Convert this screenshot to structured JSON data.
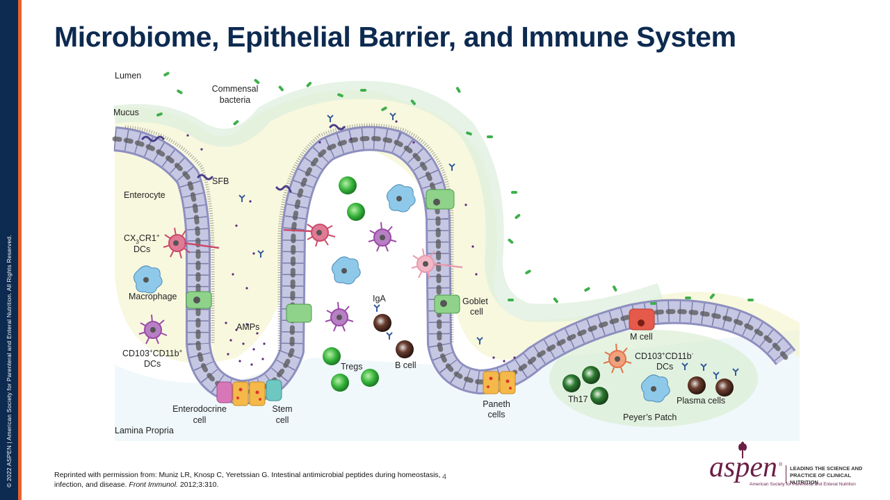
{
  "slide": {
    "title": "Microbiome, Epithelial Barrier, and Immune System",
    "copyright": "© 2022 ASPEN | American Society for Parenteral and Enteral Nutrition. All Rights Reserved.",
    "page_number": "4"
  },
  "citation": {
    "text_start": "Reprinted with permission from: Muniz LR, Knosp C, Yeretssian G. Intestinal antimicrobial peptides during homeostasis, infection, and disease.",
    "journal": "Front Immunol.",
    "text_end": "2012;3:310."
  },
  "logo": {
    "wordmark": "aspen",
    "reg": "®",
    "tagline_1": "LEADING THE SCIENCE AND",
    "tagline_2": "PRACTICE OF CLINICAL NUTRITION",
    "subtitle": "American Society for Parenteral and Enteral Nutrition"
  },
  "diagram": {
    "labels": {
      "lumen": "Lumen",
      "commensal_1": "Commensal",
      "commensal_2": "bacteria",
      "mucus": "Mucus",
      "sfb": "SFB",
      "enterocyte": "Enterocyte",
      "cx3cr1_a": "CX",
      "cx3cr1_sub": "3",
      "cx3cr1_b": "CR1",
      "cx3cr1_sup": "+",
      "dcs": "DCs",
      "macrophage": "Macrophage",
      "amps": "AMPs",
      "cd103_a": "CD103",
      "cd103_sup1": "+",
      "cd103_b": "CD11b",
      "cd103_sup2": "+",
      "enterodocrine_1": "Enterodocrine",
      "enterodocrine_2": "cell",
      "stem_1": "Stem",
      "stem_2": "cell",
      "lamina_propria": "Lamina Propria",
      "tregs": "Tregs",
      "iga": "IgA",
      "b_cell": "B cell",
      "goblet_1": "Goblet",
      "goblet_2": "cell",
      "paneth_1": "Paneth",
      "paneth_2": "cells",
      "m_cell": "M cell",
      "cd103m_a": "CD103",
      "cd103m_sup1": "+",
      "cd103m_b": "CD11b",
      "cd103m_sup2": "-",
      "th17": "Th17",
      "plasma_cells": "Plasma cells",
      "peyers_patch": "Peyer’s Patch"
    }
  }
}
